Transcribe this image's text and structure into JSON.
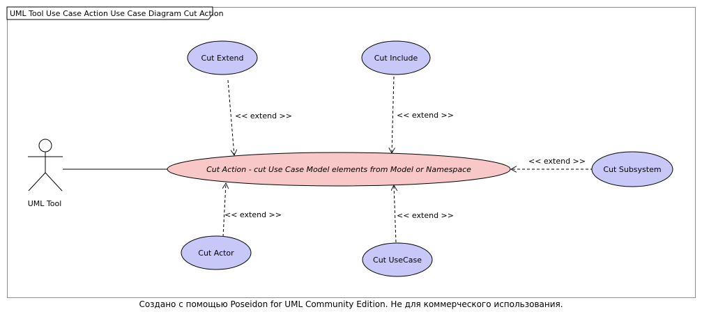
{
  "diagram": {
    "title": "UML Tool Use Case Action Use Case Diagram Cut Action",
    "actor": {
      "name": "UML Tool"
    },
    "main_use_case": {
      "label": "Cut Action - cut Use Case Model elements from Model or Namespace"
    },
    "use_cases": {
      "cut_extend": "Cut Extend",
      "cut_include": "Cut Include",
      "cut_subsystem": "Cut Subsystem",
      "cut_actor": "Cut Actor",
      "cut_usecase": "Cut UseCase"
    },
    "relations": {
      "extend_label": "<< extend >>"
    },
    "colors": {
      "use_case_fill": "#c8c8f8",
      "main_use_case_fill": "#f8c8c8",
      "outline": "#000000"
    }
  },
  "footer": {
    "watermark": "Создано с помощью Poseidon for UML Community Edition. Не для коммерческого использования."
  }
}
